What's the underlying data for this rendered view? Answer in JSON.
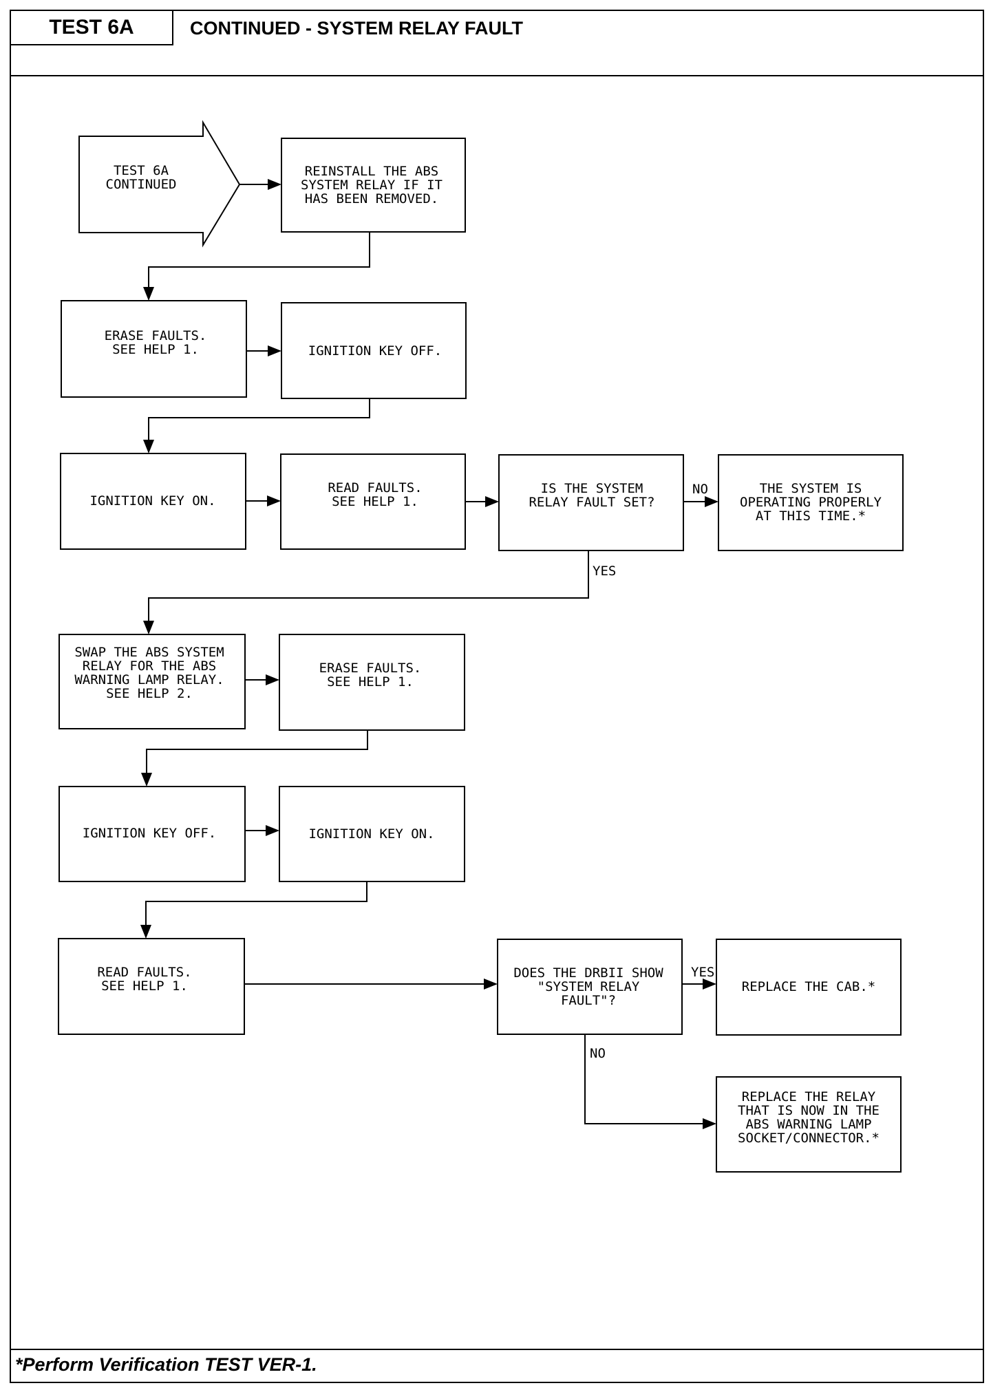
{
  "header": {
    "test_label": "TEST 6A",
    "title": "CONTINUED - SYSTEM RELAY FAULT"
  },
  "steps": {
    "start": [
      "TEST 6A",
      "CONTINUED"
    ],
    "reinstall": [
      "REINSTALL THE ABS",
      "SYSTEM RELAY IF IT",
      "HAS BEEN REMOVED."
    ],
    "erase1": [
      "ERASE FAULTS.",
      "SEE HELP 1."
    ],
    "key_off1": [
      "IGNITION KEY OFF."
    ],
    "key_on1": [
      "IGNITION KEY ON."
    ],
    "read1": [
      "READ FAULTS.",
      "SEE HELP 1."
    ],
    "decision1": [
      "IS THE SYSTEM",
      "RELAY FAULT SET?"
    ],
    "ok": [
      "THE SYSTEM IS",
      "OPERATING PROPERLY",
      "AT THIS TIME.*"
    ],
    "swap": [
      "SWAP THE ABS SYSTEM",
      "RELAY FOR THE ABS",
      "WARNING LAMP RELAY.",
      "SEE HELP 2."
    ],
    "erase2": [
      "ERASE FAULTS.",
      "SEE HELP 1."
    ],
    "key_off2": [
      "IGNITION KEY OFF."
    ],
    "key_on2": [
      "IGNITION KEY ON."
    ],
    "read2": [
      "READ FAULTS.",
      "SEE HELP 1."
    ],
    "decision2": [
      "DOES THE DRBII SHOW",
      "\"SYSTEM RELAY",
      "FAULT\"?"
    ],
    "replace_cab": [
      "REPLACE THE CAB.*"
    ],
    "replace_relay": [
      "REPLACE THE RELAY",
      "THAT IS NOW IN THE",
      "ABS WARNING LAMP",
      "SOCKET/CONNECTOR.*"
    ]
  },
  "branch_labels": {
    "no1": "NO",
    "yes1": "YES",
    "yes2": "YES",
    "no2": "NO"
  },
  "footer": {
    "note": "*Perform Verification TEST VER-1."
  }
}
